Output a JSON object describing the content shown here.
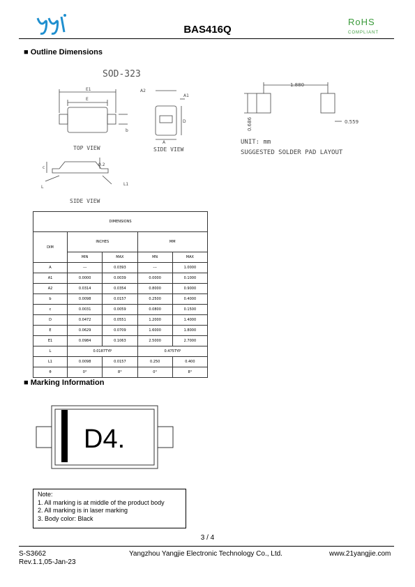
{
  "header": {
    "title": "BAS416Q",
    "rohs": "RoHS",
    "compliant": "COMPLIANT"
  },
  "sections": {
    "outline": "■ Outline Dimensions",
    "marking": "■ Marking Information"
  },
  "drawing": {
    "package": "SOD-323",
    "top_view": "TOP VIEW",
    "side_view": "SIDE VIEW",
    "side_view2": "SIDE VIEW",
    "labels": {
      "e1": "E1",
      "e": "E",
      "b": "b",
      "a2": "A2",
      "a1": "A1",
      "a": "A",
      "d": "D",
      "c": "c",
      "d2": "0.2",
      "l": "L",
      "l1": "L1"
    },
    "pad": {
      "width": "1.880",
      "height": "0.686",
      "gap": "0.559",
      "unit": "UNIT: mm",
      "caption": "SUGGESTED SOLDER PAD LAYOUT"
    }
  },
  "table": {
    "caption": "DIMENSIONS",
    "dim": "DIM",
    "inches": "INCHES",
    "mm": "MM",
    "min": "MIN",
    "max": "MAX",
    "mm_min": "MN",
    "mm_max": "MAX",
    "rows": [
      [
        "A",
        "---",
        "0.0393",
        "---",
        "1.0000"
      ],
      [
        "A1",
        "0.0000",
        "0.0039",
        "0.0000",
        "0.1000"
      ],
      [
        "A2",
        "0.0314",
        "0.0354",
        "0.8000",
        "0.9000"
      ],
      [
        "b",
        "0.0098",
        "0.0157",
        "0.2500",
        "0.4000"
      ],
      [
        "c",
        "0.0031",
        "0.0059",
        "0.0800",
        "0.1500"
      ],
      [
        "D",
        "0.0472",
        "0.0551",
        "1.2000",
        "1.4000"
      ],
      [
        "E",
        "0.0629",
        "0.0709",
        "1.6000",
        "1.8000"
      ],
      [
        "E1",
        "0.0984",
        "0.1063",
        "2.5000",
        "2.7000"
      ],
      [
        "L",
        "0.0187TYP",
        "0.475TYP"
      ],
      [
        "L1",
        "0.0098",
        "0.0157",
        "0.250",
        "0.400"
      ],
      [
        "θ",
        "0°",
        "8°",
        "0°",
        "8°"
      ]
    ]
  },
  "marking": {
    "text": "D4."
  },
  "note": {
    "title": "Note:",
    "items": [
      "1. All marking is at middle of the product body",
      "2. All marking is in laser marking",
      "3. Body color: Black"
    ]
  },
  "page": "3 / 4",
  "footer": {
    "doc": "S-S3662",
    "rev": "Rev.1.1,05-Jan-23",
    "company": "Yangzhou Yangjie Electronic Technology Co., Ltd.",
    "web": "www.21yangjie.com"
  }
}
